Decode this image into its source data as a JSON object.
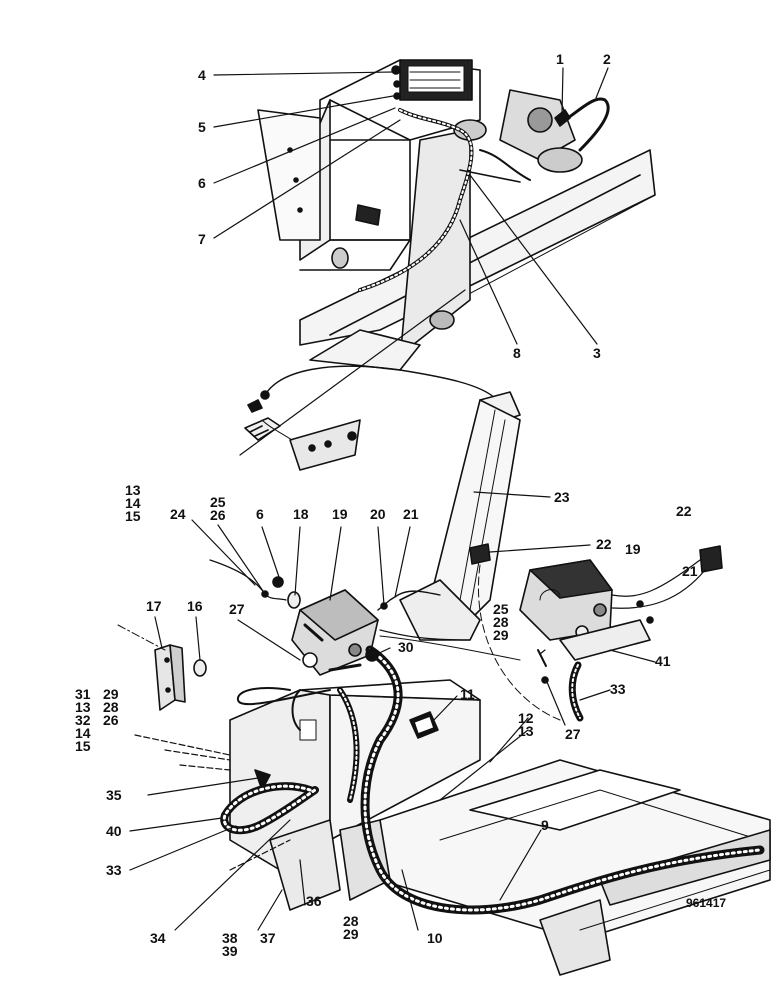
{
  "figure_number": "961417",
  "callouts": {
    "c1": "1",
    "c2": "2",
    "c3": "3",
    "c4": "4",
    "c5": "5",
    "c6": "6",
    "c7": "7",
    "c8": "8",
    "c9": "9",
    "c10": "10",
    "c11": "11",
    "c16": "16",
    "c17": "17",
    "c18": "18",
    "c19a": "19",
    "c19b": "19",
    "c20": "20",
    "c21a": "21",
    "c21b": "21",
    "c22a": "22",
    "c22b": "22",
    "c23": "23",
    "c24": "24",
    "c27a": "27",
    "c27b": "27",
    "c30": "30",
    "c33a": "33",
    "c33b": "33",
    "c34": "34",
    "c35": "35",
    "c36": "36",
    "c37": "37",
    "c40": "40",
    "c41": "41",
    "c6b": "6"
  },
  "stacks": {
    "s_13_14_15": [
      "13",
      "14",
      "15"
    ],
    "s_25_26": [
      "25",
      "26"
    ],
    "s_29_28_26_left": [
      "31",
      "13",
      "32",
      "14",
      "15"
    ],
    "s_29_28_26_right": [
      "29",
      "28",
      "26"
    ],
    "s_12_13": [
      "12",
      "13"
    ],
    "s_25_28_29": [
      "25",
      "28",
      "29"
    ],
    "s_38_39": [
      "38",
      "39"
    ],
    "s_28_29": [
      "28",
      "29"
    ]
  }
}
